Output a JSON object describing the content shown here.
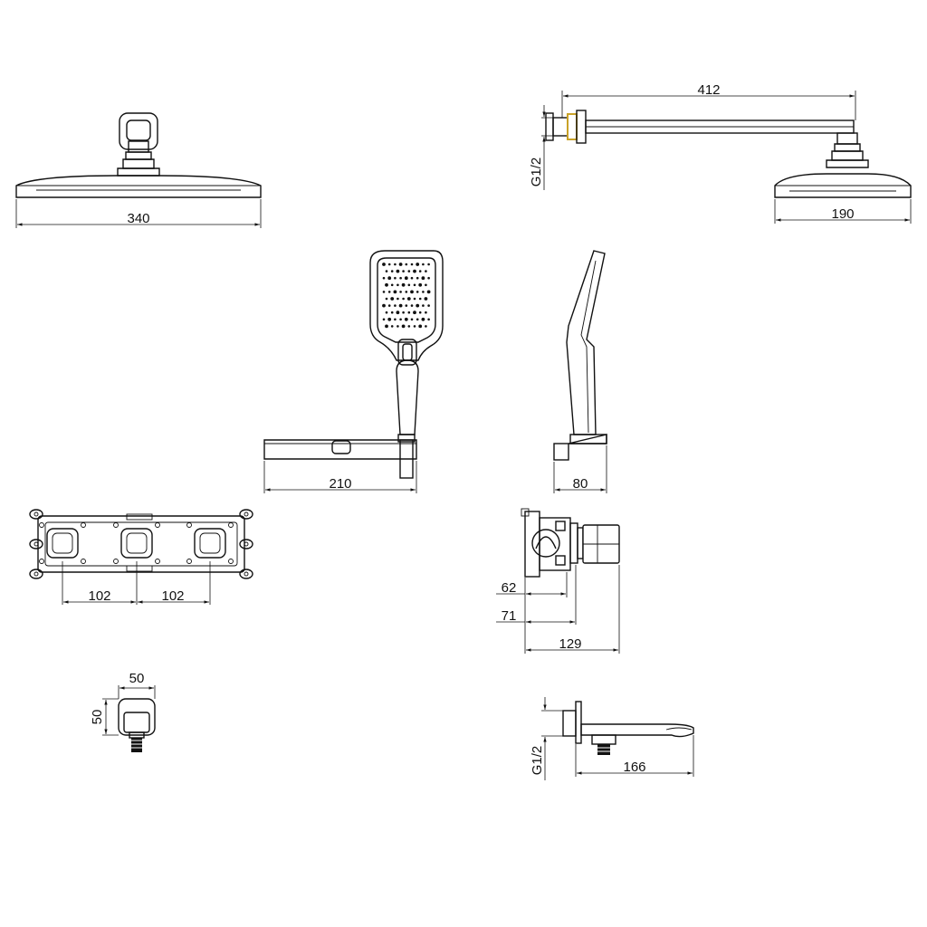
{
  "dimensions": {
    "head_front_width": "340",
    "arm_length": "412",
    "arm_thread": "G1/2",
    "head_side_width": "190",
    "bracket_width": "210",
    "handshower_depth": "80",
    "valve_spacing_left": "102",
    "valve_spacing_right": "102",
    "box_depth_a": "62",
    "box_depth_b": "71",
    "box_depth_c": "129",
    "outlet_width": "50",
    "outlet_height": "50",
    "spout_thread": "G1/2",
    "spout_length": "166"
  }
}
